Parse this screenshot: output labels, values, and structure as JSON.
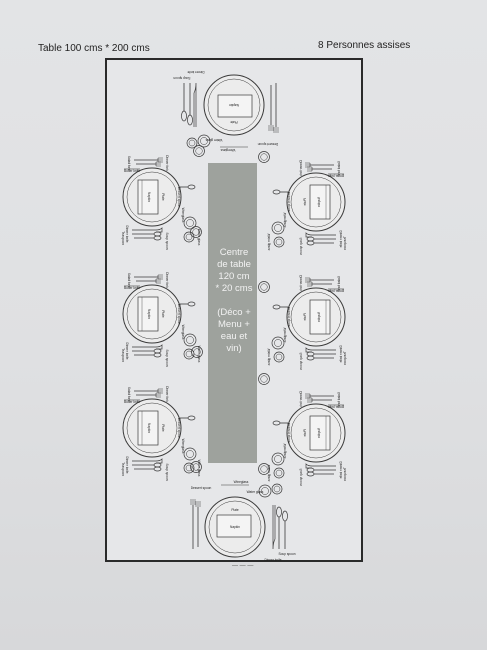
{
  "header": {
    "left": "Table 100 cms * 200 cms",
    "right": "8 Personnes assises"
  },
  "center": {
    "lines": [
      "Centre",
      "de table",
      "120 cm",
      "* 20 cms",
      "",
      "(Déco +",
      "Menu +",
      "eau et",
      "vin)"
    ]
  },
  "labels": {
    "napkin": "Napkin",
    "plate": "Plate",
    "wineglass": "Wineglass",
    "water_glass": "Water glass",
    "soup_spoon": "Soup spoon",
    "dinner_knife": "Dinner knife",
    "teaspoon": "Teaspoon",
    "dinner_fork": "Dinner fork",
    "salad_fork": "Salad fork",
    "dessert_spoon": "Dessert spoon",
    "butter_knife": "Butter knife"
  },
  "colors": {
    "table_outline": "#2a2a2a",
    "centerpiece": "#9ea29d",
    "center_text": "#f2f2f2",
    "line": "#3a3a3a"
  },
  "footer": {
    "mark": "— — —"
  }
}
